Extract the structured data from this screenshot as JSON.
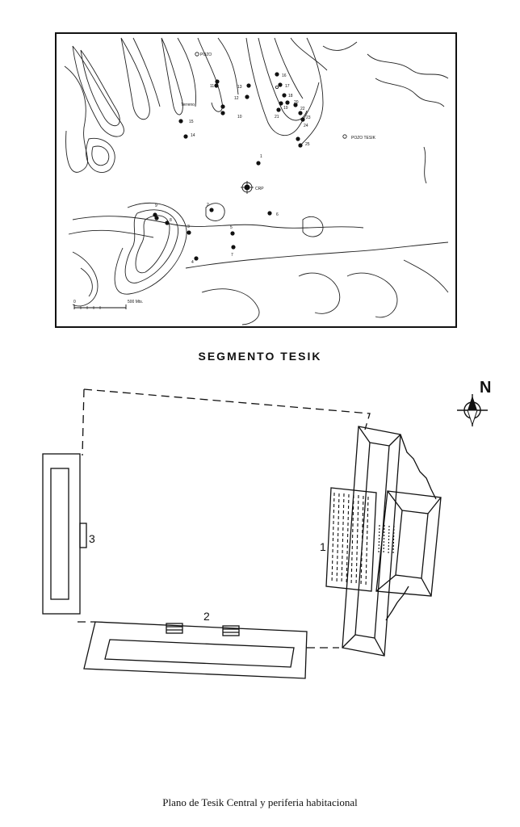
{
  "map": {
    "labels": {
      "pozo_north": "POZO",
      "pozo_tesik": "POZO TESIK",
      "terreno": "Terreno",
      "crp": "CRP",
      "scale": "500 Mts."
    },
    "site_numbers": [
      "1",
      "2",
      "3",
      "4",
      "5",
      "6",
      "7",
      "8",
      "9",
      "10",
      "11",
      "12",
      "13",
      "14",
      "15",
      "16",
      "17",
      "18",
      "19",
      "20",
      "21",
      "22",
      "23",
      "24",
      "25"
    ]
  },
  "segment_title": "SEGMENTO TESIK",
  "plan": {
    "north_label": "N",
    "structure_labels": [
      "1",
      "2",
      "3"
    ]
  },
  "caption": "Plano de Tesik Central y periferia habitacional"
}
